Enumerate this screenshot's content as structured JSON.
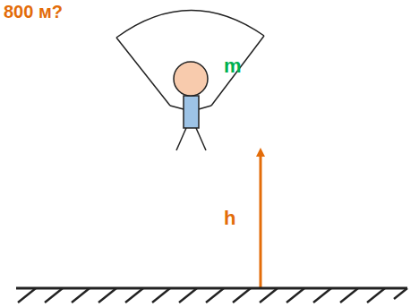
{
  "diagram": {
    "labels": [
      "800 м?",
      "m",
      "h"
    ]
  }
}
